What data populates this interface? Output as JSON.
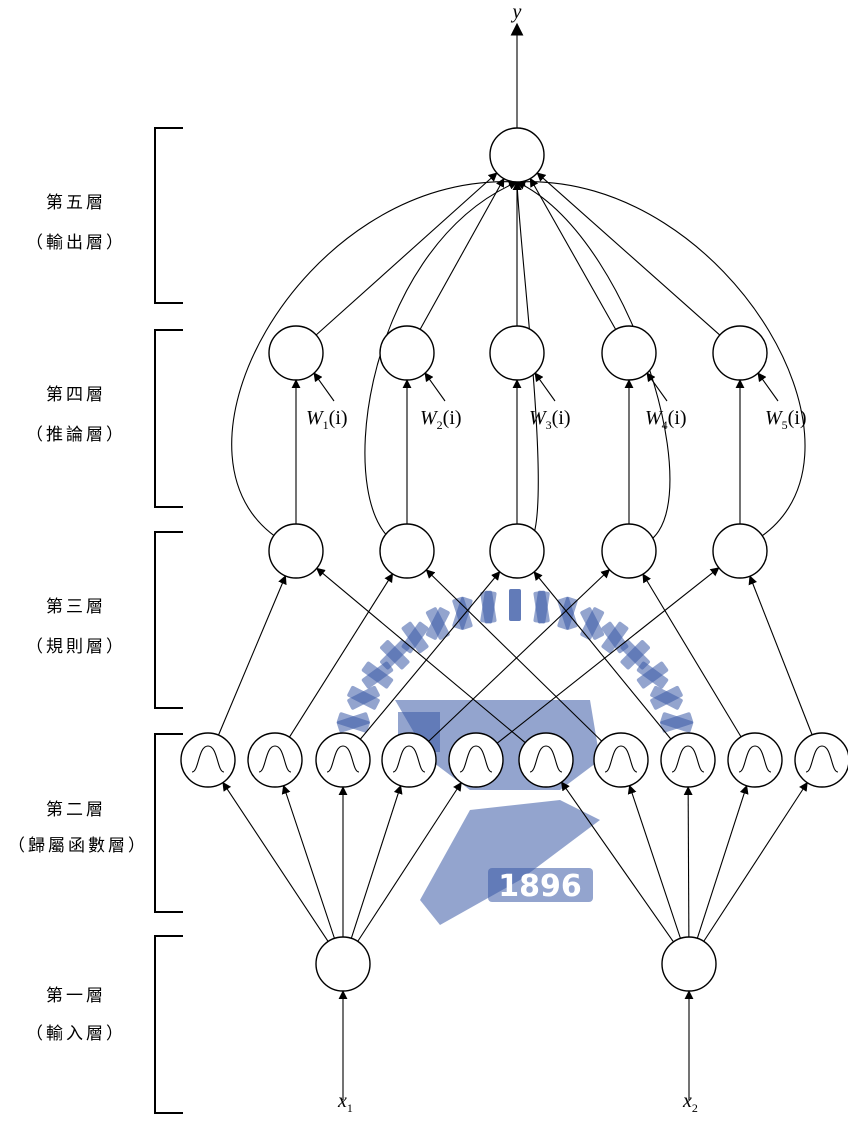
{
  "layers": [
    {
      "name": "第五層",
      "desc": "（輸出層）"
    },
    {
      "name": "第四層",
      "desc": "（推論層）"
    },
    {
      "name": "第三層",
      "desc": "（規則層）"
    },
    {
      "name": "第二層",
      "desc": "（歸屬函數層）"
    },
    {
      "name": "第一層",
      "desc": "（輸入層）"
    }
  ],
  "output_label": "y",
  "inputs": [
    {
      "symbol": "x",
      "sub": "1"
    },
    {
      "symbol": "x",
      "sub": "2"
    }
  ],
  "weights": [
    {
      "symbol": "W",
      "sub": "1",
      "arg": "(i)"
    },
    {
      "symbol": "W",
      "sub": "2",
      "arg": "(i)"
    },
    {
      "symbol": "W",
      "sub": "3",
      "arg": "(i)"
    },
    {
      "symbol": "W",
      "sub": "4",
      "arg": "(i)"
    },
    {
      "symbol": "W",
      "sub": "5",
      "arg": "(i)"
    }
  ],
  "watermark": {
    "year": "1896",
    "color": "#3b5aa6"
  }
}
